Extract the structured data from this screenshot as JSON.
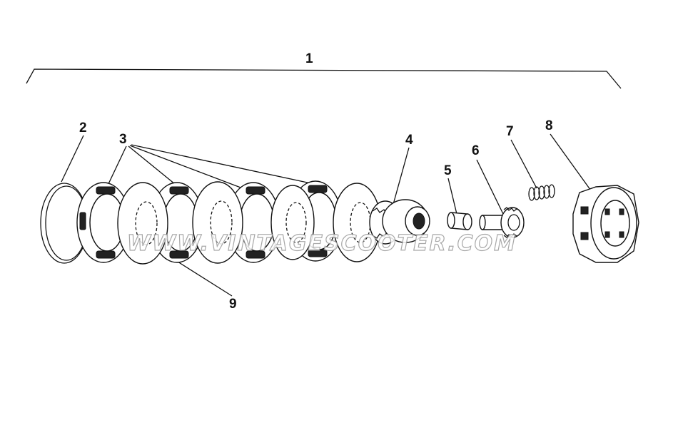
{
  "callouts": [
    "1",
    "2",
    "3",
    "4",
    "5",
    "6",
    "7",
    "8",
    "9"
  ],
  "watermark": "WWW.VINTAGESCOOTER.COM",
  "colors": {
    "line": "#111111",
    "background": "#ffffff",
    "watermark_outline": "#9a9a9a"
  }
}
